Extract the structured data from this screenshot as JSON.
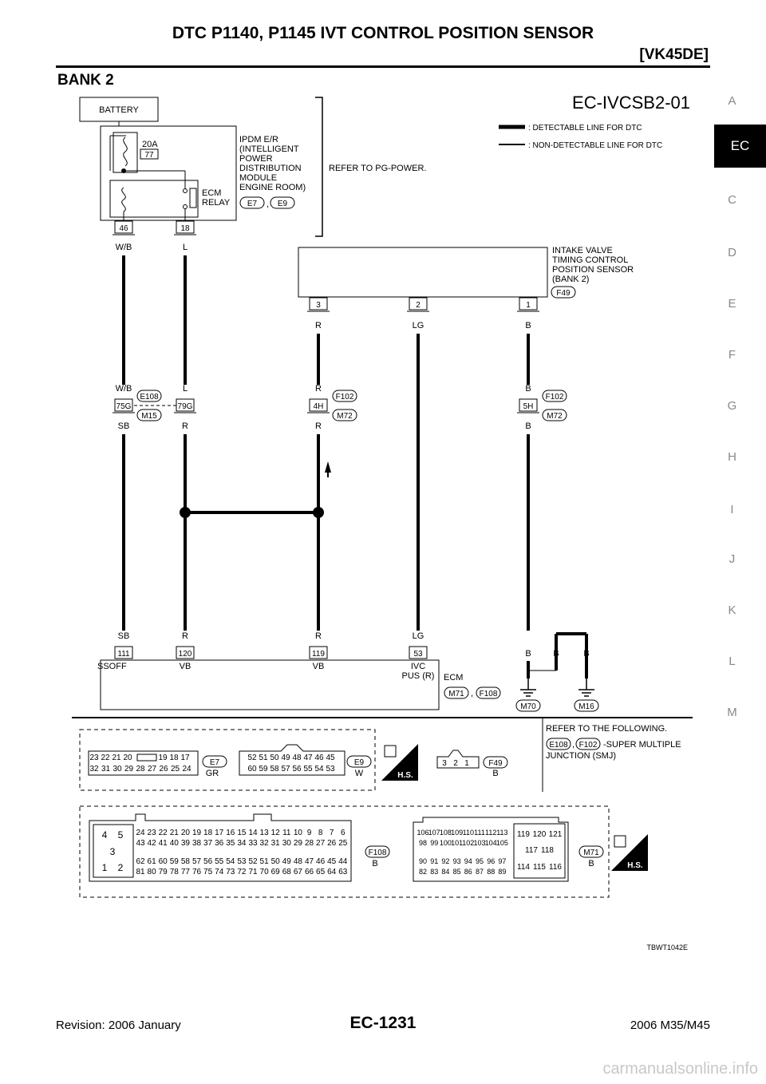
{
  "header": {
    "title": "DTC P1140, P1145 IVT CONTROL POSITION SENSOR",
    "section": "[VK45DE]"
  },
  "bank_label": "BANK 2",
  "side_index": [
    "A",
    "EC",
    "C",
    "D",
    "E",
    "F",
    "G",
    "H",
    "I",
    "J",
    "K",
    "L",
    "M"
  ],
  "side_index_active": "EC",
  "diagram": {
    "id": "EC-IVCSB2-01",
    "legend": {
      "detectable": ": DETECTABLE LINE FOR DTC",
      "non_detectable": ": NON-DETECTABLE LINE FOR DTC"
    },
    "battery": "BATTERY",
    "fuse_amp": "20A",
    "fuse_no": "77",
    "ipdm": [
      "IPDM E/R",
      "(INTELLIGENT",
      "POWER",
      "DISTRIBUTION",
      "MODULE",
      "ENGINE ROOM)"
    ],
    "ecm_relay": [
      "ECM",
      "RELAY"
    ],
    "ipdm_connectors": [
      "E7",
      "E9"
    ],
    "refer_pg": "REFER TO PG-POWER.",
    "ipdm_terminals": [
      "46",
      "18"
    ],
    "sensor": [
      "INTAKE VALVE",
      "TIMING CONTROL",
      "POSITION SENSOR",
      "(BANK 2)"
    ],
    "sensor_connector": "F49",
    "sensor_terminals": [
      "3",
      "2",
      "1"
    ],
    "wire_colors": {
      "wb": "W/B",
      "l": "L",
      "r": "R",
      "lg": "LG",
      "b": "B",
      "sb": "SB"
    },
    "joint_connectors": [
      "E108",
      "M15",
      "F102",
      "M72",
      "F102",
      "M72"
    ],
    "joint_terminals": [
      "75G",
      "79G",
      "4H",
      "5H"
    ],
    "ecm_terminals": [
      "111",
      "120",
      "119",
      "53"
    ],
    "ecm_terminal_names": [
      "SSOFF",
      "VB",
      "VB",
      "IVC",
      "PUS (R)"
    ],
    "ecm_label": "ECM",
    "ecm_connectors": [
      "M71",
      "F108"
    ],
    "grounds": [
      "M70",
      "M16"
    ],
    "refer_following": [
      "REFER TO THE FOLLOWING.",
      "-SUPER MULTIPLE",
      "JUNCTION (SMJ)"
    ],
    "smj_connectors": [
      "E108",
      "F102"
    ],
    "connector_views": [
      {
        "id": "E7",
        "color": "GR",
        "rows": [
          [
            "23",
            "22",
            "21",
            "20",
            "19",
            "18",
            "17"
          ],
          [
            "32",
            "31",
            "30",
            "29",
            "28",
            "27",
            "26",
            "25",
            "24"
          ]
        ]
      },
      {
        "id": "E9",
        "color": "W",
        "rows": [
          [
            "52",
            "51",
            "50",
            "49",
            "48",
            "47",
            "46",
            "45"
          ],
          [
            "60",
            "59",
            "58",
            "57",
            "56",
            "55",
            "54",
            "53"
          ]
        ]
      },
      {
        "id": "F49",
        "color": "B",
        "rows": [
          [
            "3",
            "2",
            "1"
          ]
        ]
      },
      {
        "id": "F108",
        "color": "B",
        "left": [
          "4",
          "5",
          "3",
          "1",
          "2"
        ],
        "rows": [
          [
            "24",
            "23",
            "22",
            "21",
            "20",
            "19",
            "18",
            "17",
            "16",
            "15",
            "14",
            "13",
            "12",
            "11",
            "10",
            "9",
            "8",
            "7",
            "6"
          ],
          [
            "43",
            "42",
            "41",
            "40",
            "39",
            "38",
            "37",
            "36",
            "35",
            "34",
            "33",
            "32",
            "31",
            "30",
            "29",
            "28",
            "27",
            "26",
            "25"
          ],
          [
            "62",
            "61",
            "60",
            "59",
            "58",
            "57",
            "56",
            "55",
            "54",
            "53",
            "52",
            "51",
            "50",
            "49",
            "48",
            "47",
            "46",
            "45",
            "44"
          ],
          [
            "81",
            "80",
            "79",
            "78",
            "77",
            "76",
            "75",
            "74",
            "73",
            "72",
            "71",
            "70",
            "69",
            "68",
            "67",
            "66",
            "65",
            "64",
            "63"
          ]
        ]
      },
      {
        "id": "M71",
        "color": "B",
        "rows": [
          [
            "106",
            "107",
            "108",
            "109",
            "110",
            "111",
            "112",
            "113"
          ],
          [
            "98",
            "99",
            "100",
            "101",
            "102",
            "103",
            "104",
            "105"
          ],
          [
            "90",
            "91",
            "92",
            "93",
            "94",
            "95",
            "96",
            "97"
          ],
          [
            "82",
            "83",
            "84",
            "85",
            "86",
            "87",
            "88",
            "89"
          ]
        ],
        "right": [
          [
            "119",
            "120",
            "121"
          ],
          [
            "117",
            "118"
          ],
          [
            "114",
            "115",
            "116"
          ]
        ]
      }
    ],
    "hs_label": "H.S.",
    "code": "TBWT1042E"
  },
  "footer": {
    "revision": "Revision: 2006 January",
    "page": "EC-1231",
    "model": "2006 M35/M45"
  },
  "watermark": "carmanualsonline.info"
}
